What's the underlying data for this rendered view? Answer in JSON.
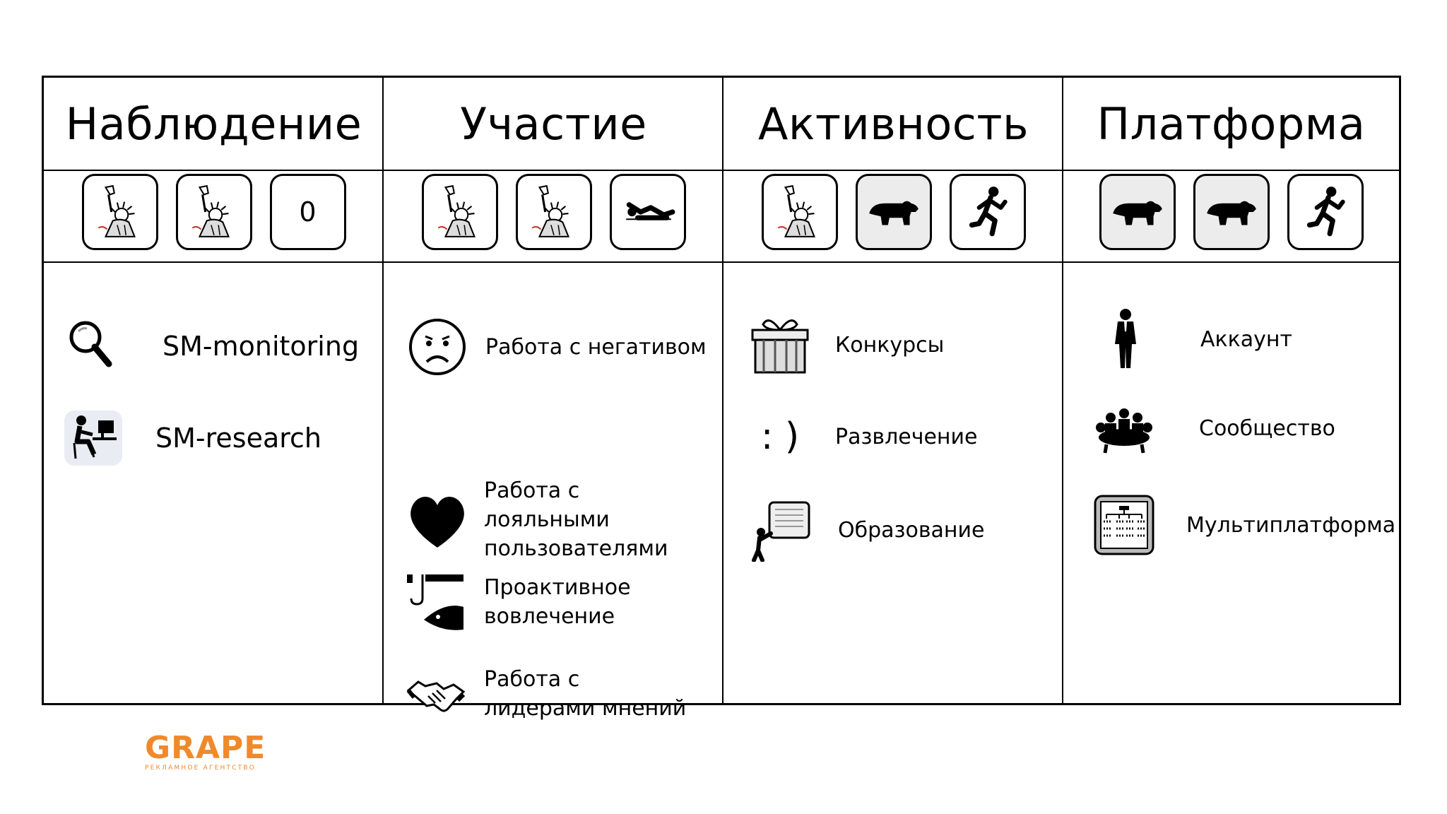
{
  "columns": [
    {
      "title": "Наблюдение",
      "level_icons": [
        {
          "icon": "statue-of-liberty-icon",
          "text": ""
        },
        {
          "icon": "statue-of-liberty-icon",
          "text": ""
        },
        {
          "icon": "zero-badge",
          "text": "0"
        }
      ],
      "items": [
        {
          "icon": "magnifier-icon",
          "label": "SM-monitoring"
        },
        {
          "icon": "researcher-at-computer-icon",
          "label": "SM-research"
        }
      ]
    },
    {
      "title": "Участие",
      "level_icons": [
        {
          "icon": "statue-of-liberty-icon",
          "text": ""
        },
        {
          "icon": "statue-of-liberty-icon",
          "text": ""
        },
        {
          "icon": "reclining-person-icon",
          "text": ""
        }
      ],
      "items": [
        {
          "icon": "sad-face-icon",
          "label": "Работа с негативом"
        },
        {
          "icon": "heart-icon",
          "label": "Работа с лояльными пользователями"
        },
        {
          "icon": "fish-hook-icon",
          "label": "Проактивное вовлечение"
        },
        {
          "icon": "handshake-icon",
          "label": "Работа с лидерами мнений"
        }
      ]
    },
    {
      "title": "Активность",
      "level_icons": [
        {
          "icon": "statue-of-liberty-icon",
          "text": ""
        },
        {
          "icon": "bear-icon",
          "text": ""
        },
        {
          "icon": "runner-icon",
          "text": ""
        }
      ],
      "items": [
        {
          "icon": "gift-box-icon",
          "label": "Конкурсы"
        },
        {
          "icon": "smiley-text-icon",
          "label": "Развлечение",
          "glyph": ": )"
        },
        {
          "icon": "presentation-board-icon",
          "label": "Образование"
        }
      ]
    },
    {
      "title": "Платформа",
      "level_icons": [
        {
          "icon": "bear-icon",
          "text": ""
        },
        {
          "icon": "bear-icon",
          "text": ""
        },
        {
          "icon": "runner-icon",
          "text": ""
        }
      ],
      "items": [
        {
          "icon": "businessman-icon",
          "label": "Аккаунт"
        },
        {
          "icon": "community-group-icon",
          "label": "Сообщество"
        },
        {
          "icon": "org-chart-board-icon",
          "label": "Мультиплатформа"
        }
      ]
    }
  ],
  "logo": {
    "name": "GRAPE",
    "tagline": "РЕКЛАМНОЕ АГЕНТСТВО"
  },
  "colors": {
    "logo": "#ef8a2c",
    "border": "#000000"
  }
}
